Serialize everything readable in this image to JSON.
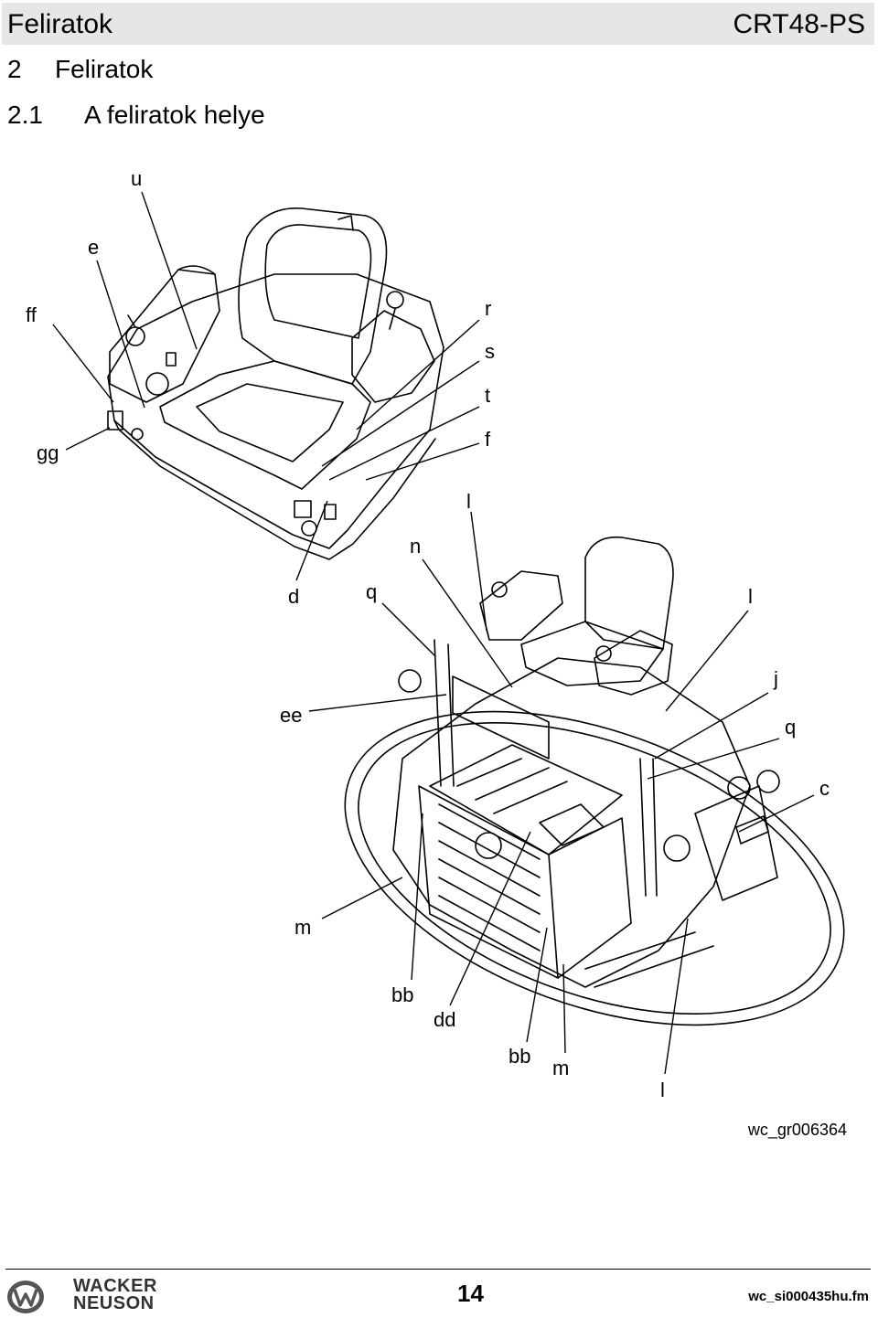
{
  "header": {
    "chapter": "Feliratok",
    "model": "CRT48-PS"
  },
  "section": {
    "number": "2",
    "title": "Feliratok"
  },
  "subsection": {
    "number": "2.1",
    "title": "A feliratok helye"
  },
  "figure": {
    "reference": "wc_gr006364",
    "callouts": {
      "u": "u",
      "e": "e",
      "ff": "ff",
      "gg": "gg",
      "r": "r",
      "s": "s",
      "t": "t",
      "f": "f",
      "l_top": "l",
      "n": "n",
      "d": "d",
      "q_left": "q",
      "l_right": "l",
      "j": "j",
      "ee": "ee",
      "q_right": "q",
      "c": "c",
      "m_left": "m",
      "bb_left": "bb",
      "dd": "dd",
      "bb_right": "bb",
      "m_right": "m",
      "l_bottom": "l"
    }
  },
  "footer": {
    "brand_line1": "WACKER",
    "brand_line2": "NEUSON",
    "page_number": "14",
    "file_name": "wc_si000435hu.fm"
  },
  "colors": {
    "header_bg": "#e6e6e6",
    "line": "#000000"
  }
}
